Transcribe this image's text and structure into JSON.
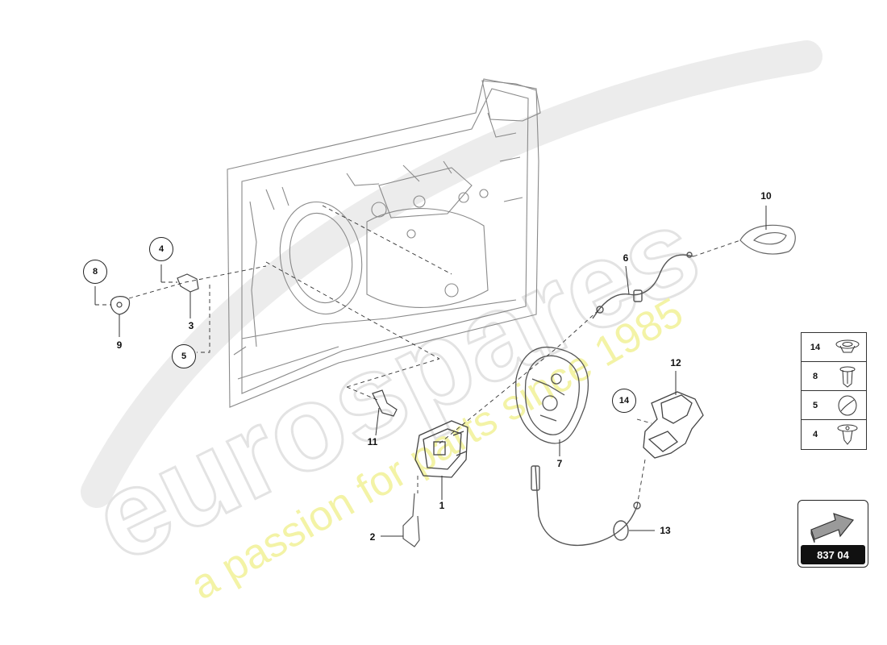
{
  "watermark": {
    "brand": "eurospares",
    "slogan": "a passion for parts since 1985"
  },
  "callouts": {
    "c1": "1",
    "c2": "2",
    "c3": "3",
    "c4": "4",
    "c5": "5",
    "c6": "6",
    "c7": "7",
    "c8": "8",
    "c9": "9",
    "c10": "10",
    "c11": "11",
    "c12": "12",
    "c13": "13",
    "c14": "14"
  },
  "legend": [
    {
      "number": "14",
      "icon": "grommet-icon"
    },
    {
      "number": "8",
      "icon": "expansion-rivet-icon"
    },
    {
      "number": "5",
      "icon": "cap-plug-icon"
    },
    {
      "number": "4",
      "icon": "push-clip-icon"
    }
  ],
  "reference": {
    "code": "837 04",
    "icon": "direction-arrow-icon"
  }
}
